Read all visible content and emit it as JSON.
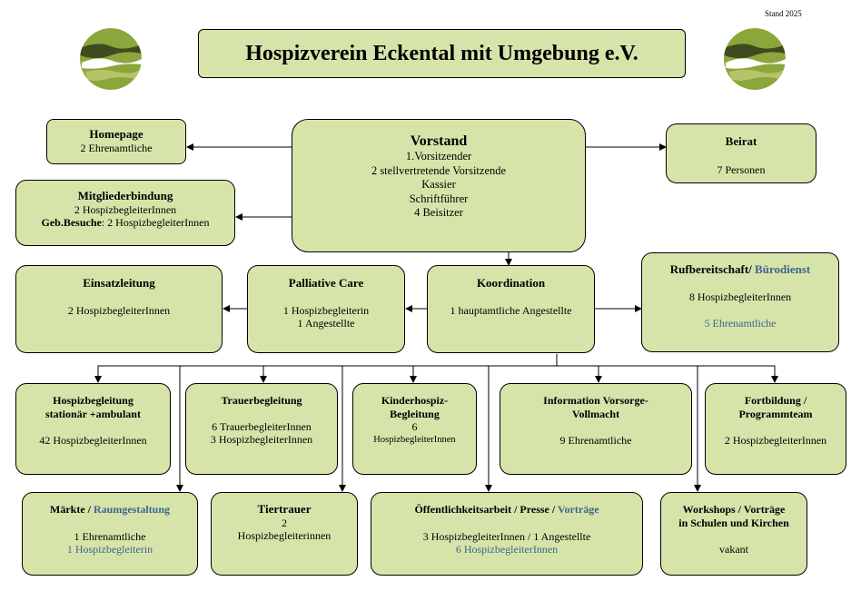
{
  "stand": "Stand 2025",
  "title": "Hospizverein Eckental mit Umgebung e.V.",
  "boxes": {
    "homepage": {
      "title": "Homepage",
      "line1": "2 Ehrenamtliche"
    },
    "mitglieder": {
      "title": "Mitgliederbindung",
      "line1": "2 HospizbegleiterInnen",
      "line2_bold": "Geb.Besuche",
      "line2_rest": ": 2 HospizbegleiterInnen"
    },
    "vorstand": {
      "title": "Vorstand",
      "lines": [
        "1.Vorsitzender",
        "2 stellvertretende Vorsitzende",
        "Kassier",
        "Schriftführer",
        "4 Beisitzer"
      ]
    },
    "beirat": {
      "title": "Beirat",
      "line1": "7 Personen"
    },
    "einsatz": {
      "title": "Einsatzleitung",
      "line1": "2 HospizbegleiterInnen"
    },
    "palliativ": {
      "title": "Palliative Care",
      "line1": "1 Hospizbegleiterin",
      "line2": "1 Angestellte"
    },
    "koordination": {
      "title": "Koordination",
      "line1": "1 hauptamtliche Angestellte"
    },
    "ruf": {
      "title_a": "Rufbereitschaft/ ",
      "title_b": "Bürodienst",
      "line1": "8 HospizbegleiterInnen",
      "line2": "5 Ehrenamtliche"
    },
    "begleitung": {
      "title1": "Hospizbegleitung",
      "title2": "stationär +ambulant",
      "line1": "42 HospizbegleiterInnen"
    },
    "trauer": {
      "title": "Trauerbegleitung",
      "line1": "6 TrauerbegleiterInnen",
      "line2": "3 HospizbegleiterInnen"
    },
    "kinder": {
      "title1": "Kinderhospiz-",
      "title2": "Begleitung",
      "line1": "6",
      "line2": "HospizbegleiterInnen"
    },
    "vorsorge": {
      "title1": "Information Vorsorge-",
      "title2": "Vollmacht",
      "line1": "9 Ehrenamtliche"
    },
    "fortbildung": {
      "title1": "Fortbildung /",
      "title2": "Programmteam",
      "line1": "2 HospizbegleiterInnen"
    },
    "maerkte": {
      "title_a": "Märkte / ",
      "title_b": "Raumgestaltung",
      "line1": "1 Ehrenamtliche",
      "line2": "1 Hospizbegleiterin"
    },
    "tiertrauer": {
      "title": "Tiertrauer",
      "line1": "2",
      "line2": "Hospizbegleiterinnen"
    },
    "oeffentlich": {
      "title_a": "Öffentlichkeitsarbeit / Presse / ",
      "title_b": "Vorträge",
      "line1": "3 HospizbegleiterInnen / 1 Angestellte",
      "line2": "6 HospizbegleiterInnen"
    },
    "workshops": {
      "title1": "Workshops / Vorträge",
      "title2": "in Schulen und Kirchen",
      "line1": "vakant"
    }
  },
  "colors": {
    "box": "#d7e4a9",
    "accent": "#3c6591",
    "logo_green": "#8ba63b",
    "logo_dark": "#3f4a1e"
  },
  "logos": [
    "hospiz-logo-icon",
    "hospiz-logo-icon"
  ]
}
